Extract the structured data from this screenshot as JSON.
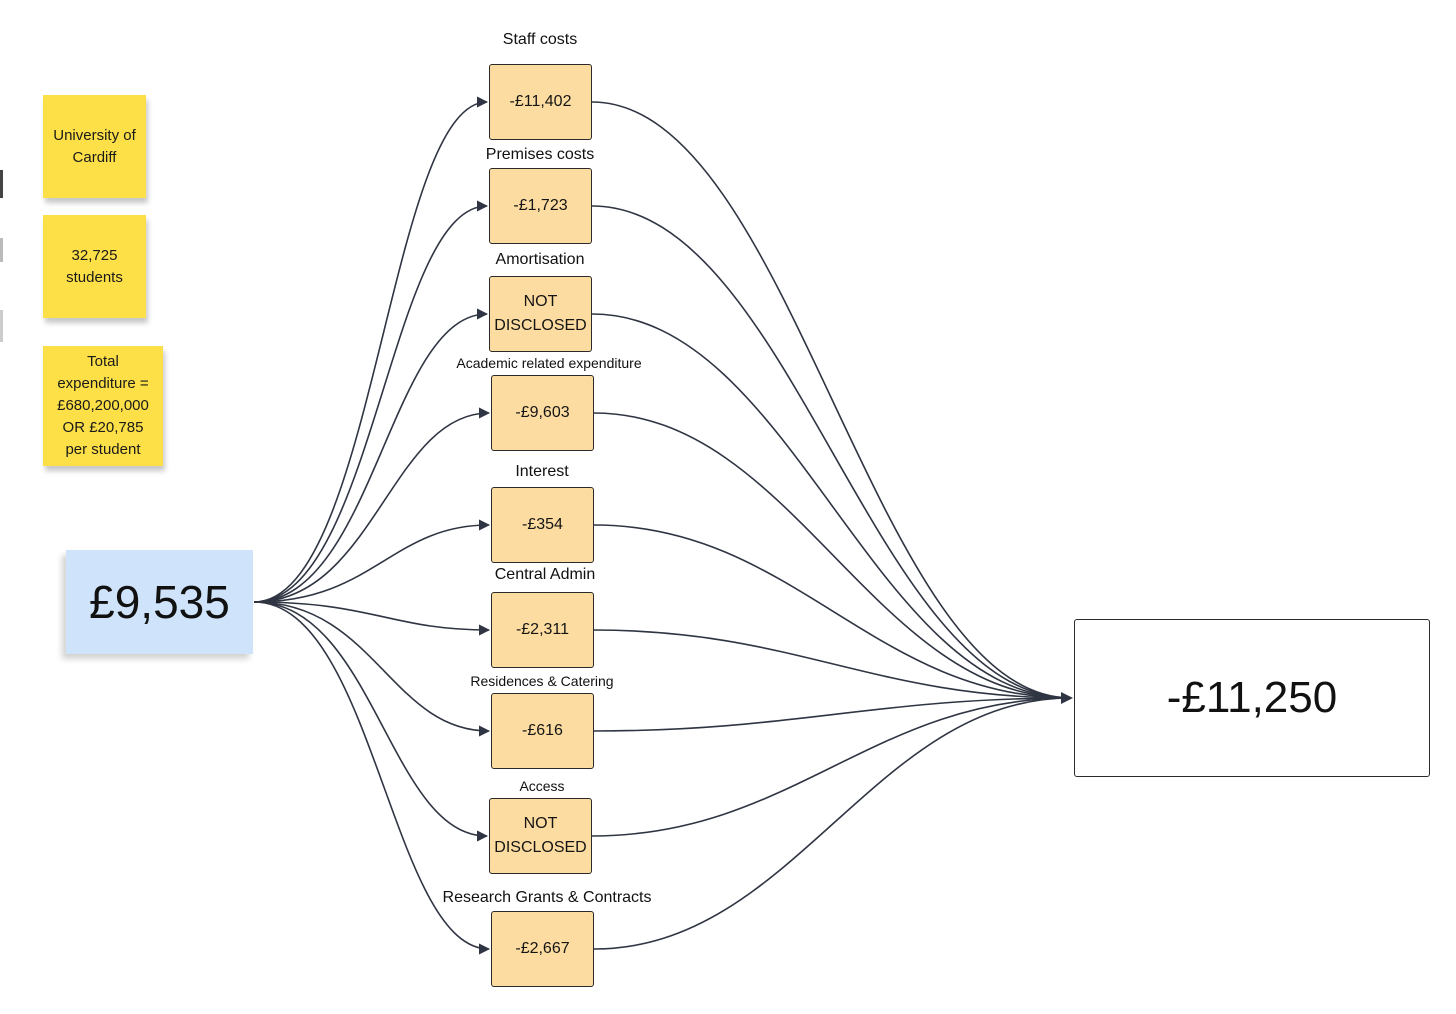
{
  "notes": {
    "university": "University of\nCardiff",
    "students": "32,725\nstudents",
    "total": "Total\nexpenditure =\n£680,200,000\nOR £20,785\nper student"
  },
  "source": {
    "value": "£9,535"
  },
  "items": [
    {
      "label": "Staff costs",
      "value": "-£11,402"
    },
    {
      "label": "Premises costs",
      "value": "-£1,723"
    },
    {
      "label": "Amortisation",
      "value": "NOT\nDISCLOSED"
    },
    {
      "label": "Academic related expenditure",
      "value": "-£9,603"
    },
    {
      "label": "Interest",
      "value": "-£354"
    },
    {
      "label": "Central Admin",
      "value": "-£2,311"
    },
    {
      "label": "Residences & Catering",
      "value": "-£616"
    },
    {
      "label": "Access",
      "value": "NOT\nDISCLOSED"
    },
    {
      "label": "Research Grants & Contracts",
      "value": "-£2,667"
    }
  ],
  "result": {
    "value": "-£11,250"
  },
  "colors": {
    "sticky_yellow": "#fde047",
    "sticky_blue": "#cfe3fb",
    "node_fill": "#fcdca0",
    "edge": "#2f3542"
  }
}
